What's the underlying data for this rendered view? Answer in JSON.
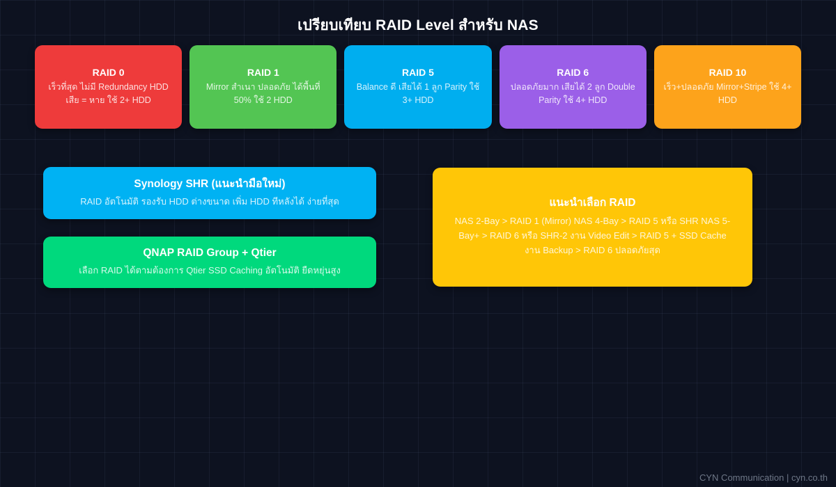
{
  "page": {
    "title": "เปรียบเทียบ RAID Level สำหรับ NAS",
    "footer": "CYN Communication | cyn.co.th",
    "background_color": "#0d1220"
  },
  "raid_cards": [
    {
      "title": "RAID 0",
      "description": "เร็วที่สุด ไม่มี Redundancy HDD เสีย = หาย ใช้ 2+ HDD",
      "color": "#ee3b3b"
    },
    {
      "title": "RAID 1",
      "description": "Mirror สำเนา ปลอดภัย ได้พื้นที่ 50% ใช้ 2 HDD",
      "color": "#53c553"
    },
    {
      "title": "RAID 5",
      "description": "Balance ดี เสียได้ 1 ลูก Parity ใช้ 3+ HDD",
      "color": "#00aeef"
    },
    {
      "title": "RAID 6",
      "description": "ปลอดภัยมาก เสียได้ 2 ลูก Double Parity ใช้ 4+ HDD",
      "color": "#9b5fe8"
    },
    {
      "title": "RAID 10",
      "description": "เร็ว+ปลอดภัย Mirror+Stripe ใช้ 4+ HDD",
      "color": "#fda31b"
    }
  ],
  "recommendation_cards": [
    {
      "title": "Synology SHR (แนะนำมือใหม่)",
      "description": "RAID อัตโนมัติ รองรับ HDD ต่างขนาด เพิ่ม HDD ทีหลังได้ ง่ายที่สุด",
      "color": "#00b2f3"
    },
    {
      "title": "QNAP RAID Group + Qtier",
      "description": "เลือก RAID ได้ตามต้องการ Qtier SSD Caching อัตโนมัติ ยืดหยุ่นสูง",
      "color": "#00d97d"
    },
    {
      "title": "แนะนำเลือก RAID",
      "description": "NAS 2-Bay > RAID 1 (Mirror) NAS 4-Bay > RAID 5 หรือ SHR NAS 5-Bay+ > RAID 6 หรือ SHR-2 งาน Video Edit > RAID 5 + SSD Cache งาน Backup > RAID 6 ปลอดภัยสุด",
      "color": "#ffc607"
    }
  ]
}
